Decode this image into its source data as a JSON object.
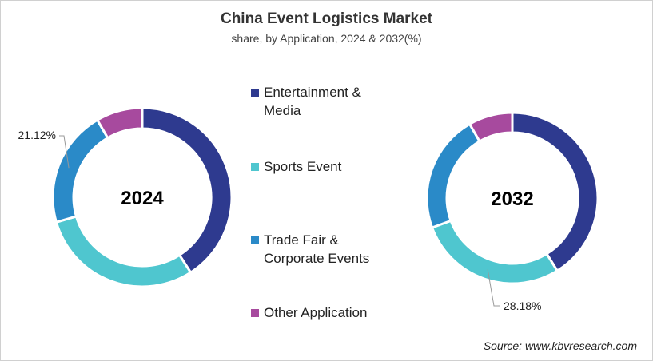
{
  "chart_data": {
    "type": "donut",
    "title": "China Event Logistics Market",
    "subtitle": "share, by Application, 2024 & 2032(%)",
    "categories": [
      "Entertainment & Media",
      "Sports Event",
      "Trade Fair & Corporate Events",
      "Other Application"
    ],
    "colors": [
      "#2E3A8F",
      "#4FC6CF",
      "#2A8AC8",
      "#A74A9E"
    ],
    "series": [
      {
        "name": "2024",
        "values": [
          40.9,
          29.6,
          21.12,
          8.38
        ],
        "labels": [
          {
            "index": 2,
            "text": "21.12%"
          }
        ]
      },
      {
        "name": "2032",
        "values": [
          41.2,
          28.18,
          22.3,
          8.32
        ],
        "labels": [
          {
            "index": 1,
            "text": "28.18%"
          }
        ]
      }
    ],
    "legend_position": "center"
  },
  "legend": [
    {
      "line1": "Entertainment &",
      "line2": "Media"
    },
    {
      "line1": "Sports Event",
      "line2": ""
    },
    {
      "line1": "Trade Fair &",
      "line2": "Corporate Events"
    },
    {
      "line1": "Other Application",
      "line2": ""
    }
  ],
  "source": "Source: www.kbvresearch.com"
}
